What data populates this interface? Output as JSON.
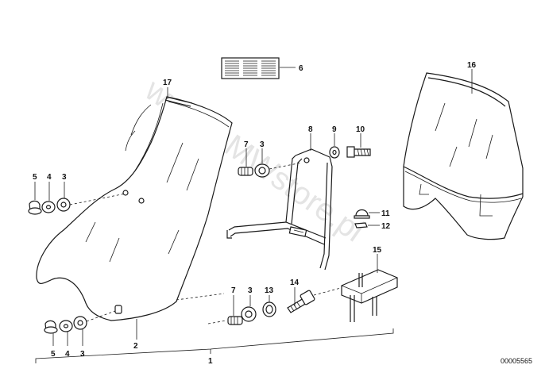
{
  "diagram": {
    "part_number": "00005565",
    "watermark": "www.BMWstore.pl",
    "callouts": {
      "c1": "1",
      "c2": "2",
      "c3a": "3",
      "c3b": "3",
      "c3c": "3",
      "c3d": "3",
      "c4a": "4",
      "c4b": "4",
      "c5a": "5",
      "c5b": "5",
      "c6": "6",
      "c7a": "7",
      "c7b": "7",
      "c8": "8",
      "c9": "9",
      "c10": "10",
      "c11": "11",
      "c12": "12",
      "c13": "13",
      "c14": "14",
      "c15": "15",
      "c16": "16",
      "c17": "17"
    }
  }
}
